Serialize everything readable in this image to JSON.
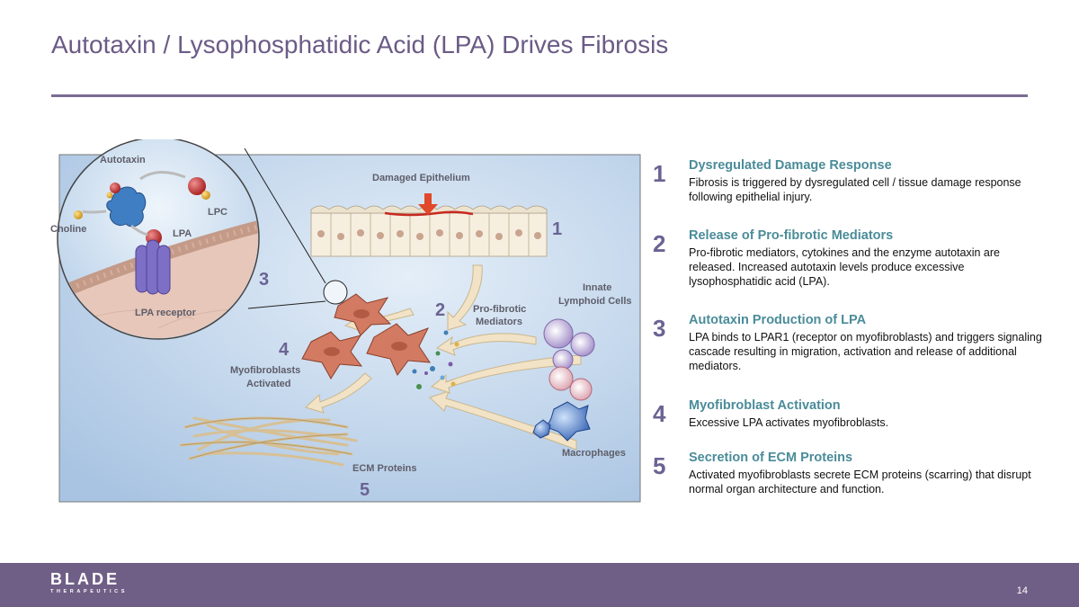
{
  "slide": {
    "title": "Autotaxin / Lysophosphatidic Acid (LPA) Drives Fibrosis",
    "page_number": "14"
  },
  "diagram": {
    "labels": {
      "autotaxin": "Autotaxin",
      "lpc": "LPC",
      "choline": "Choline",
      "lpa": "LPA",
      "lpa_receptor": "LPA receptor",
      "damaged_epithelium": "Damaged Epithelium",
      "pro_fibrotic_line1": "Pro-fibrotic",
      "pro_fibrotic_line2": "Mediators",
      "innate_line1": "Innate",
      "innate_line2": "Lymphoid Cells",
      "myofibroblasts_line1": "Myofibroblasts",
      "myofibroblasts_line2": "Activated",
      "macrophages": "Macrophages",
      "ecm_proteins": "ECM Proteins"
    },
    "numbers": {
      "n1": "1",
      "n2": "2",
      "n3": "3",
      "n4": "4",
      "n5": "5"
    },
    "colors": {
      "panel_bg": "#c8dbef",
      "accent": "#6b6393",
      "fibroblast": "#c96b55",
      "arrow": "#f2e3c6"
    }
  },
  "steps": [
    {
      "number": "1",
      "heading": "Dysregulated Damage Response",
      "body": "Fibrosis is triggered by dysregulated cell / tissue damage response following epithelial injury."
    },
    {
      "number": "2",
      "heading": "Release of Pro-fibrotic Mediators",
      "body": "Pro-fibrotic mediators, cytokines and the enzyme autotaxin are released. Increased autotaxin levels produce excessive lysophosphatidic acid (LPA)."
    },
    {
      "number": "3",
      "heading": "Autotaxin Production of LPA",
      "body": "LPA binds to LPAR1 (receptor on myofibroblasts) and triggers signaling cascade resulting in migration, activation and release of additional mediators."
    },
    {
      "number": "4",
      "heading": "Myofibroblast Activation",
      "body": "Excessive LPA activates myofibroblasts."
    },
    {
      "number": "5",
      "heading": "Secretion of ECM Proteins",
      "body": "Activated myofibroblasts secrete ECM proteins (scarring) that disrupt normal organ architecture and function."
    }
  ],
  "footer": {
    "logo_main": "BLADE",
    "logo_sub": "THERAPEUTICS"
  }
}
